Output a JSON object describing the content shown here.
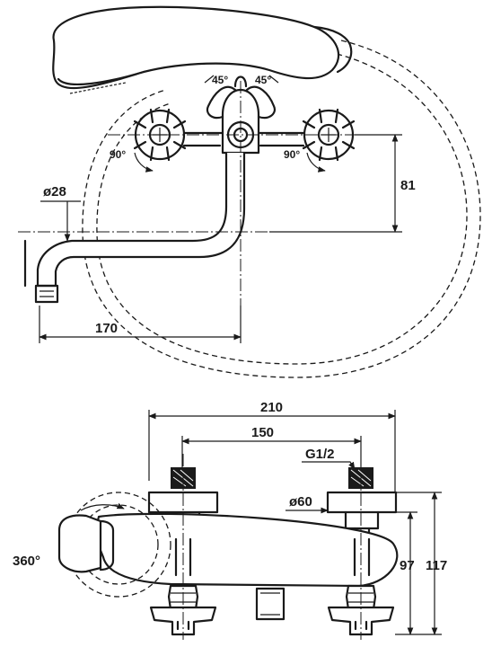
{
  "top_view": {
    "angle_left_45": "45°",
    "angle_right_45": "45°",
    "angle_left_90": "90°",
    "angle_right_90": "90°",
    "spout_diameter": "ø28",
    "height_dim": "81",
    "spout_reach": "170"
  },
  "front_view": {
    "overall_width": "210",
    "inlet_spacing": "150",
    "thread_size": "G1/2",
    "flange_diameter": "ø60",
    "rotation": "360°",
    "height_a": "97",
    "height_b": "117"
  },
  "colors": {
    "line": "#1a1a1a",
    "background": "#ffffff"
  }
}
